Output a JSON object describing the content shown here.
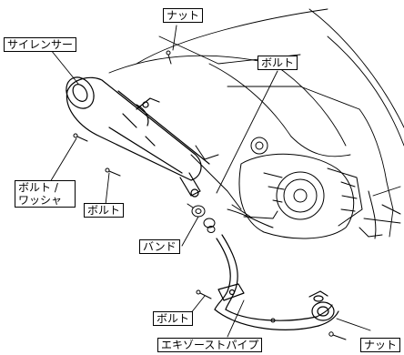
{
  "labels": {
    "nut_top": "ナット",
    "silencer": "サイレンサー",
    "bolt_top": "ボルト",
    "bolt_washer_line1": "ボルト /",
    "bolt_washer_line2": "ワッシャ",
    "bolt_mid": "ボルト",
    "band": "バンド",
    "bolt_bottom": "ボルト",
    "exhaust_pipe": "エキゾーストパイプ",
    "nut_bottom": "ナット"
  },
  "colors": {
    "line": "#000000",
    "background": "#ffffff"
  }
}
